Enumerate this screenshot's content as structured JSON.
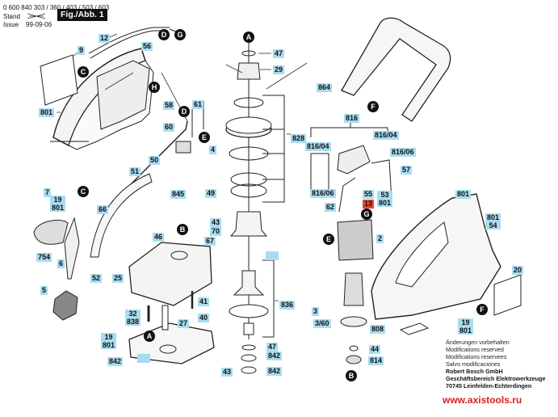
{
  "header": {
    "part_numbers": "0 600 840 303 / 360 / 403 / 503 / 603",
    "stand_label": "Stand",
    "stand_value": "(crossed out)",
    "issue_label": "Issue",
    "issue_value": "99-09-06",
    "figure_label": "Fig./Abb. 1"
  },
  "callouts": {
    "A1": "A",
    "A2": "A",
    "B1": "B",
    "B2": "B",
    "C1": "C",
    "C2": "C",
    "D1": "D",
    "D2": "D",
    "E1": "E",
    "E2": "E",
    "F1": "F",
    "F2": "F",
    "G1": "G",
    "G2": "G",
    "H1": "H"
  },
  "parts": {
    "p12": "12",
    "p9": "9",
    "p56": "56",
    "p801a": "801",
    "p58": "58",
    "p61": "61",
    "p60": "60",
    "p4": "4",
    "p7": "7",
    "p19a": "19",
    "p801b": "801",
    "p66": "66",
    "p51": "51",
    "p50": "50",
    "p845": "845",
    "p49": "49",
    "p754": "754",
    "p6": "6",
    "p46": "46",
    "p43a": "43",
    "p70": "70",
    "p67": "67",
    "p5": "5",
    "p52": "52",
    "p25": "25",
    "p32": "32",
    "p838": "838",
    "p41": "41",
    "p40": "40",
    "p27": "27",
    "p19b": "19",
    "p801c": "801",
    "p842a": "842",
    "p43b": "43",
    "p47a": "47",
    "p29": "29",
    "p828": "828",
    "p836": "836",
    "p47b": "47",
    "p842b": "842",
    "p842c": "842",
    "p864": "864",
    "p816": "816",
    "p816_04a": "816/04",
    "p816_04b": "816/04",
    "p816_06a": "816/06",
    "p816_06b": "816/06",
    "p57": "57",
    "p55": "55",
    "p13": "13",
    "p53": "53",
    "p801d": "801",
    "p62": "62",
    "p2": "2",
    "p3": "3",
    "p3_60": "3/60",
    "p44": "44",
    "p814": "814",
    "p808": "808",
    "p801e": "801",
    "p801f": "801",
    "p54": "54",
    "p20": "20",
    "p19c": "19",
    "p801g": "801"
  },
  "notes": {
    "line1": "Änderungen vorbehalten",
    "line2": "Modifications reserved",
    "line3": "Modifications reservees",
    "line4": "Salvo modificaciones",
    "company": "Robert Bosch GmbH",
    "division": "Geschäftsbereich Elektrowerkzeuge",
    "address": "70745 Leinfelden-Echterdingen"
  },
  "watermark": "www.axistools.ru",
  "colors": {
    "label_bg": "#a9dcf0",
    "highlight_label_bg": "#e04a2c",
    "callout_bg": "#111111",
    "watermark": "#d42020"
  }
}
